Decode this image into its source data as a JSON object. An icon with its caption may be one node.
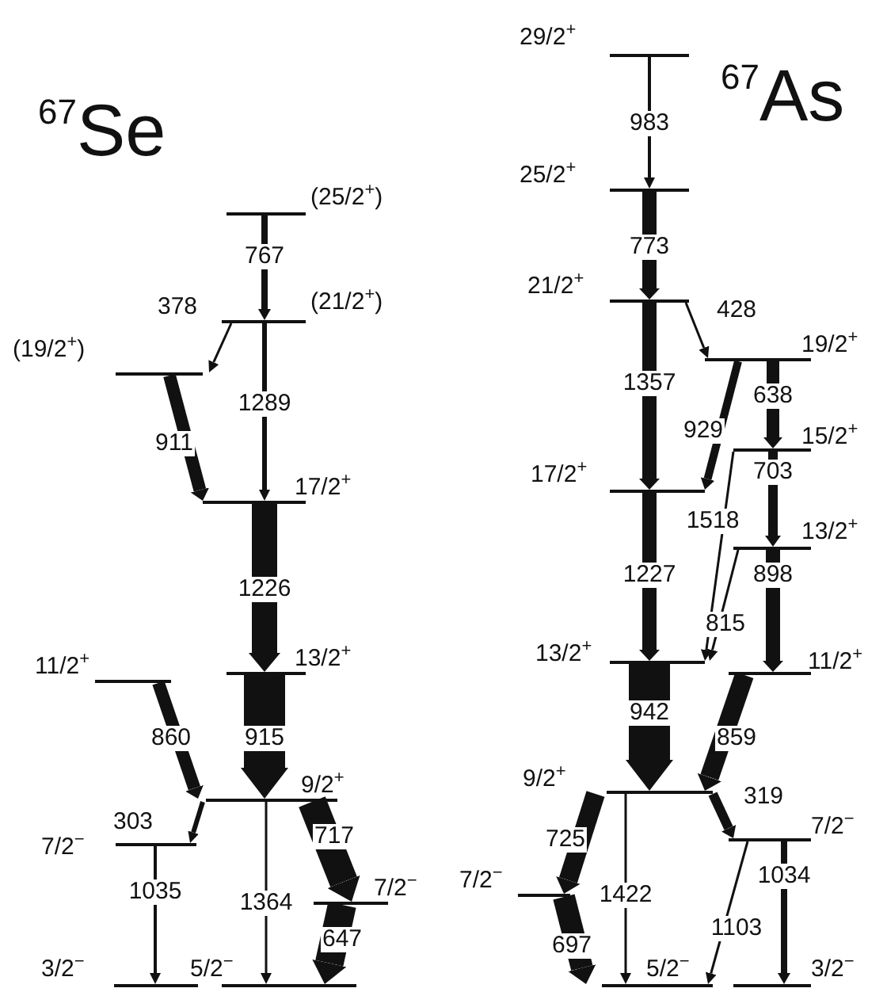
{
  "diagram": {
    "nodes": [
      {
        "text": [],
        "shape": "bar",
        "beside": [
          "(25/2$^{+}$)"
        ]
      },
      {
        "text": [],
        "shape": "bar",
        "beside": [
          "(21/2$^{+}$)"
        ]
      },
      {
        "text": [],
        "shape": "bar",
        "beside": [
          "(19/2$^{+}$)"
        ]
      },
      {
        "text": [],
        "shape": "bar",
        "beside": [
          "17/2$^{+}$"
        ]
      },
      {
        "text": [],
        "shape": "bar",
        "beside": [
          "13/2$^{+}$"
        ]
      },
      {
        "text": [],
        "shape": "bar",
        "beside": [
          "11/2$^{+}$"
        ]
      },
      {
        "text": [],
        "shape": "bar",
        "beside": [
          "9/2$^{+}$"
        ]
      },
      {
        "text": [],
        "shape": "bar",
        "beside": [
          "7/2$^{−}$"
        ]
      },
      {
        "text": [],
        "shape": "bar",
        "beside": [
          "7/2$^{−}$"
        ]
      },
      {
        "text": [],
        "shape": "bar",
        "beside": [
          "3/2$^{−}$"
        ]
      },
      {
        "text": [],
        "shape": "bar",
        "beside": [
          "5/2$^{−}$"
        ]
      },
      {
        "text": [],
        "shape": "bar",
        "beside": [
          "29/2$^{+}$"
        ]
      },
      {
        "text": [],
        "shape": "bar",
        "beside": [
          "25/2$^{+}$"
        ]
      },
      {
        "text": [],
        "shape": "bar",
        "beside": [
          "21/2$^{+}$"
        ]
      },
      {
        "text": [],
        "shape": "bar",
        "beside": [
          "19/2$^{+}$"
        ]
      },
      {
        "text": [],
        "shape": "bar",
        "beside": [
          "15/2$^{+}$"
        ]
      },
      {
        "text": [],
        "shape": "bar",
        "beside": [
          "17/2$^{+}$"
        ]
      },
      {
        "text": [],
        "shape": "bar",
        "beside": [
          "13/2$^{+}$"
        ]
      },
      {
        "text": [],
        "shape": "bar",
        "beside": [
          "13/2$^{+}$"
        ]
      },
      {
        "text": [],
        "shape": "bar",
        "beside": [
          "11/2$^{+}$"
        ]
      },
      {
        "text": [],
        "shape": "bar",
        "beside": [
          "9/2$^{+}$"
        ]
      },
      {
        "text": [],
        "shape": "bar",
        "beside": [
          "7/2$^{−}$"
        ]
      },
      {
        "text": [],
        "shape": "bar",
        "beside": [
          "7/2$^{−}$"
        ]
      },
      {
        "text": [],
        "shape": "bar",
        "beside": [
          "5/2$^{−}$"
        ]
      },
      {
        "text": [],
        "shape": "bar",
        "beside": [
          "3/2$^{−}$"
        ]
      }
    ],
    "edges": [
      {
        "from": 0,
        "to": 1,
        "arrow": "to",
        "label": "767"
      },
      {
        "from": 1,
        "to": 2,
        "arrow": "to",
        "label": "378"
      },
      {
        "from": 1,
        "to": 3,
        "arrow": "to",
        "label": "1289"
      },
      {
        "from": 2,
        "to": 3,
        "arrow": "to",
        "label": "911"
      },
      {
        "from": 3,
        "to": 4,
        "arrow": "to",
        "label": "1226",
        "style": "thick"
      },
      {
        "from": 4,
        "to": 6,
        "arrow": "to",
        "label": "915",
        "style": "thick"
      },
      {
        "from": 5,
        "to": 6,
        "arrow": "to",
        "label": "860"
      },
      {
        "from": 6,
        "to": 7,
        "arrow": "to",
        "label": "303"
      },
      {
        "from": 6,
        "to": 8,
        "arrow": "to",
        "label": "717",
        "style": "thick"
      },
      {
        "from": 7,
        "to": 9,
        "arrow": "to",
        "label": "1035"
      },
      {
        "from": 6,
        "to": 10,
        "arrow": "to",
        "label": "1364"
      },
      {
        "from": 8,
        "to": 10,
        "arrow": "to",
        "label": "647",
        "style": "thick"
      },
      {
        "from": 11,
        "to": 12,
        "arrow": "to",
        "label": "983"
      },
      {
        "from": 12,
        "to": 13,
        "arrow": "to",
        "label": "773"
      },
      {
        "from": 13,
        "to": 14,
        "arrow": "to",
        "label": "428"
      },
      {
        "from": 13,
        "to": 16,
        "arrow": "to",
        "label": "1357"
      },
      {
        "from": 14,
        "to": 16,
        "arrow": "to",
        "label": "929"
      },
      {
        "from": 14,
        "to": 15,
        "arrow": "to",
        "label": "638"
      },
      {
        "from": 15,
        "to": 17,
        "arrow": "to",
        "label": "703"
      },
      {
        "from": 15,
        "to": 18,
        "arrow": "to",
        "label": "1518"
      },
      {
        "from": 17,
        "to": 18,
        "arrow": "to",
        "label": "815"
      },
      {
        "from": 17,
        "to": 19,
        "arrow": "to",
        "label": "898"
      },
      {
        "from": 16,
        "to": 18,
        "arrow": "to",
        "label": "1227"
      },
      {
        "from": 18,
        "to": 20,
        "arrow": "to",
        "label": "942",
        "style": "thick"
      },
      {
        "from": 19,
        "to": 20,
        "arrow": "to",
        "label": "859",
        "style": "thick"
      },
      {
        "from": 20,
        "to": 21,
        "arrow": "to",
        "label": "319"
      },
      {
        "from": 20,
        "to": 22,
        "arrow": "to",
        "label": "725",
        "style": "thick"
      },
      {
        "from": 20,
        "to": 23,
        "arrow": "to",
        "label": "1422"
      },
      {
        "from": 22,
        "to": 23,
        "arrow": "to",
        "label": "697",
        "style": "thick"
      },
      {
        "from": 21,
        "to": 23,
        "arrow": "to",
        "label": "1103"
      },
      {
        "from": 21,
        "to": 24,
        "arrow": "to",
        "label": "1034"
      }
    ],
    "labels": [
      "$^{67}$Se",
      "$^{67}$As"
    ]
  }
}
